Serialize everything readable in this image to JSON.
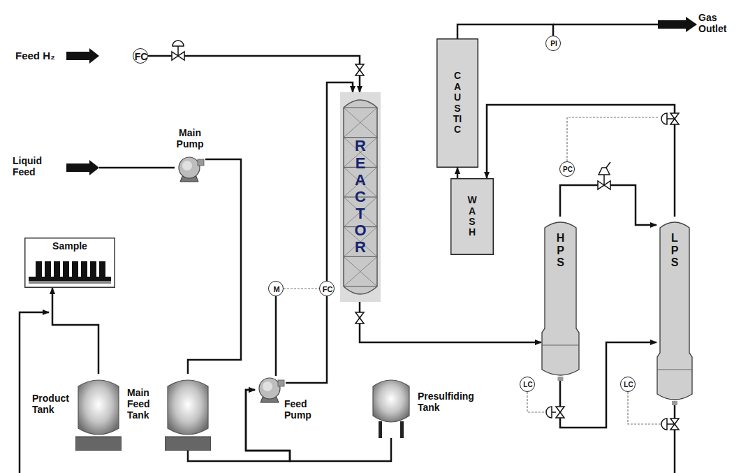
{
  "diagram": {
    "nodes": [
      {
        "text": [
          "FC"
        ]
      },
      {
        "text": [
          "Main Pump"
        ]
      },
      {
        "text": [
          "REACTOR"
        ]
      },
      {
        "text": [
          "CAUSTIC"
        ]
      },
      {
        "text": [
          "WASH"
        ]
      },
      {
        "text": [
          "PI"
        ]
      },
      {
        "text": [
          "Sample"
        ]
      },
      {
        "text": [
          "PC"
        ]
      },
      {
        "text": [
          "HPS"
        ]
      },
      {
        "text": [
          "LPS"
        ]
      },
      {
        "text": [
          "Product Tank"
        ]
      },
      {
        "text": [
          "Main Feed Tank"
        ]
      },
      {
        "text": [
          "M"
        ]
      },
      {
        "text": [
          "FC"
        ]
      },
      {
        "text": [
          "Feed Pump"
        ]
      },
      {
        "text": [
          "Presulfiding Tank"
        ]
      },
      {
        "text": [
          "LC"
        ]
      },
      {
        "text": [
          "LC"
        ]
      }
    ],
    "edges": [
      {
        "from": 0,
        "to": 2,
        "arrow": "to"
      },
      {
        "from": 1,
        "to": 11,
        "arrow": "none"
      },
      {
        "from": 11,
        "to": 14,
        "arrow": "to"
      },
      {
        "from": 15,
        "to": 14,
        "arrow": "to"
      },
      {
        "from": 14,
        "to": 13,
        "arrow": "none"
      },
      {
        "from": 13,
        "to": 2,
        "arrow": "to"
      },
      {
        "from": 12,
        "to": 13,
        "arrow": "none"
      },
      {
        "from": 2,
        "to": 8,
        "arrow": "to"
      },
      {
        "from": 8,
        "to": 9,
        "arrow": "to"
      },
      {
        "from": 8,
        "to": 9,
        "arrow": "to"
      },
      {
        "from": 9,
        "to": 4,
        "arrow": "to"
      },
      {
        "from": 4,
        "to": 3,
        "arrow": "to"
      },
      {
        "from": 3,
        "to": 5,
        "arrow": "none"
      },
      {
        "from": 10,
        "to": 6,
        "arrow": "to"
      }
    ],
    "labels": [
      "Feed H₂",
      "Liquid Feed",
      "Gas Outlet"
    ]
  }
}
